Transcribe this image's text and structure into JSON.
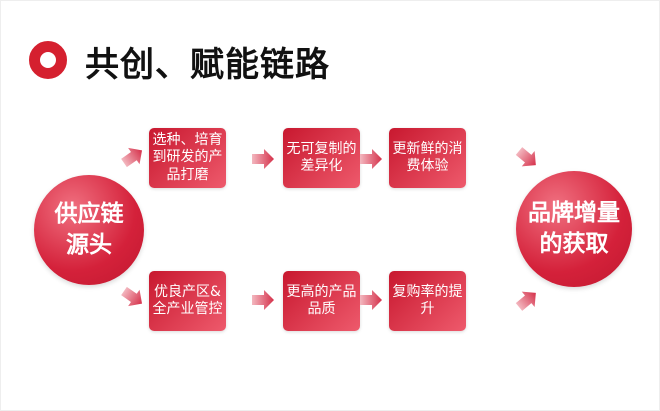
{
  "title": "共创、赋能链路",
  "source": {
    "label": "供应链源头"
  },
  "target": {
    "label": "品牌增量的获取"
  },
  "top_row": [
    "选种、培育到研发的产品打磨",
    "无可复制的差异化",
    "更新鲜的消费体验"
  ],
  "bottom_row": [
    "优良产区&全产业管控",
    "更高的产品品质",
    "复购率的提升"
  ],
  "colors": {
    "accent": "#d5202f"
  }
}
